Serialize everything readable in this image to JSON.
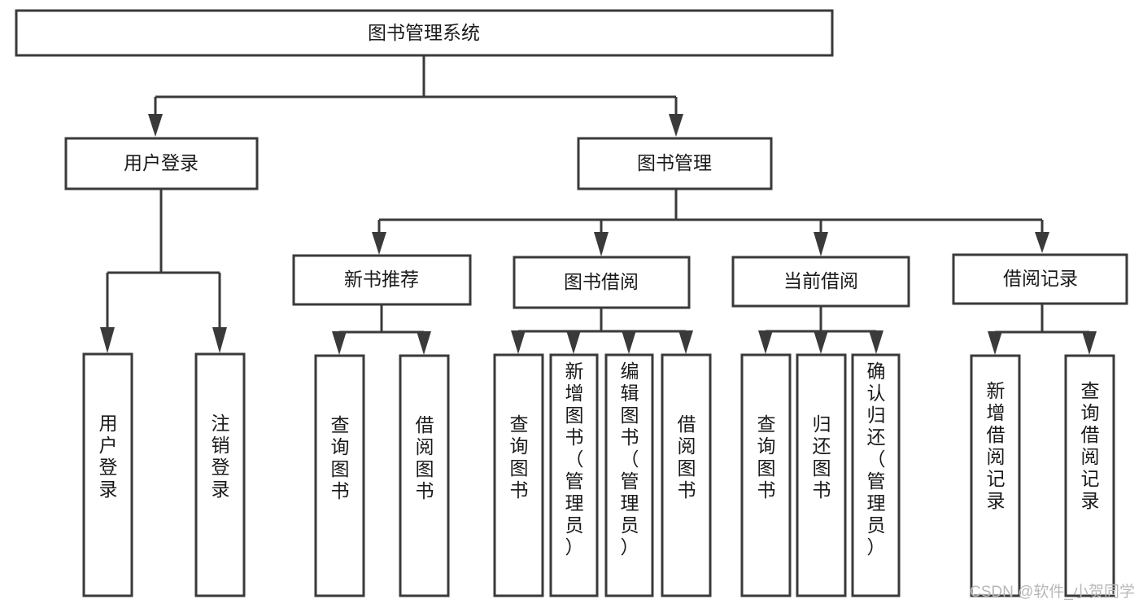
{
  "diagram": {
    "type": "tree-hierarchy",
    "title": "图书管理系统",
    "background_color": "#ffffff",
    "line_color": "#3a3a3a",
    "text_color": "#1a1a1a",
    "root": {
      "id": "root",
      "label": "图书管理系统",
      "orientation": "horizontal"
    },
    "level2": [
      {
        "id": "user-login",
        "label": "用户登录",
        "orientation": "horizontal"
      },
      {
        "id": "book-management",
        "label": "图书管理",
        "orientation": "horizontal"
      }
    ],
    "level3": [
      {
        "id": "new-book-recommend",
        "label": "新书推荐",
        "orientation": "horizontal",
        "parent": "book-management"
      },
      {
        "id": "book-borrow",
        "label": "图书借阅",
        "orientation": "horizontal",
        "parent": "book-management"
      },
      {
        "id": "current-borrow",
        "label": "当前借阅",
        "orientation": "horizontal",
        "parent": "book-management"
      },
      {
        "id": "borrow-record",
        "label": "借阅记录",
        "orientation": "horizontal",
        "parent": "book-management"
      }
    ],
    "leaves": [
      {
        "id": "leaf-user-login",
        "label": "用户登录",
        "orientation": "vertical",
        "parent": "user-login"
      },
      {
        "id": "leaf-logout-login",
        "label": "注销登录",
        "orientation": "vertical",
        "parent": "user-login"
      },
      {
        "id": "leaf-query-book-1",
        "label": "查询图书",
        "orientation": "vertical",
        "parent": "new-book-recommend"
      },
      {
        "id": "leaf-borrow-book-1",
        "label": "借阅图书",
        "orientation": "vertical",
        "parent": "new-book-recommend"
      },
      {
        "id": "leaf-query-book-2",
        "label": "查询图书",
        "orientation": "vertical",
        "parent": "book-borrow"
      },
      {
        "id": "leaf-add-book",
        "label": "新增图书（管理员）",
        "orientation": "vertical",
        "parent": "book-borrow"
      },
      {
        "id": "leaf-edit-book",
        "label": "编辑图书（管理员）",
        "orientation": "vertical",
        "parent": "book-borrow"
      },
      {
        "id": "leaf-borrow-book-2",
        "label": "借阅图书",
        "orientation": "vertical",
        "parent": "book-borrow"
      },
      {
        "id": "leaf-query-book-3",
        "label": "查询图书",
        "orientation": "vertical",
        "parent": "current-borrow"
      },
      {
        "id": "leaf-return-book",
        "label": "归还图书",
        "orientation": "vertical",
        "parent": "current-borrow"
      },
      {
        "id": "leaf-confirm-return",
        "label": "确认归还（管理员）",
        "orientation": "vertical",
        "parent": "current-borrow"
      },
      {
        "id": "leaf-add-record",
        "label": "新增借阅记录",
        "orientation": "vertical",
        "parent": "borrow-record"
      },
      {
        "id": "leaf-query-record",
        "label": "查询借阅记录",
        "orientation": "vertical",
        "parent": "borrow-record"
      }
    ]
  },
  "watermark": {
    "text": "CSDN @软件_小贺同学"
  }
}
